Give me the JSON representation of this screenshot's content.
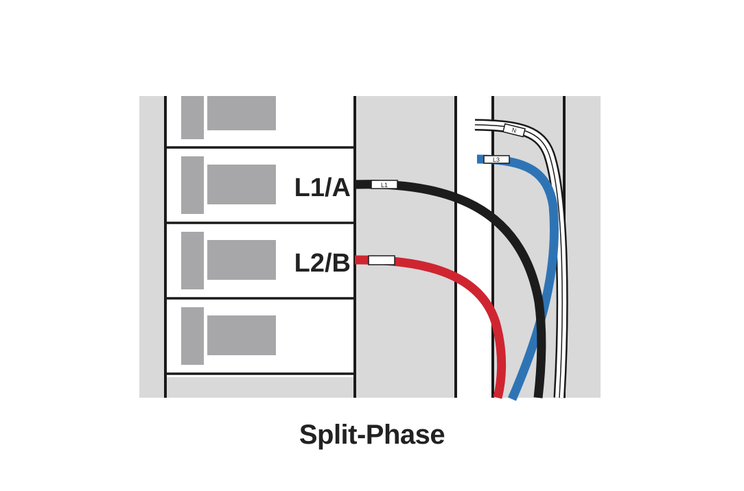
{
  "labels": {
    "line1": "L1/A",
    "line2": "L2/B"
  },
  "wire_tags": {
    "l1": "L1",
    "l3": "L3",
    "neutral": "N"
  },
  "caption": "Split-Phase",
  "colors": {
    "panel_gray": "#d9d9da",
    "breaker_gray": "#a7a7a9",
    "outline": "#1a1a1a",
    "wire_l1": "#1c1c1c",
    "wire_l2": "#cf2531",
    "wire_l3": "#2e74b5",
    "wire_neutral": "#ffffff"
  }
}
